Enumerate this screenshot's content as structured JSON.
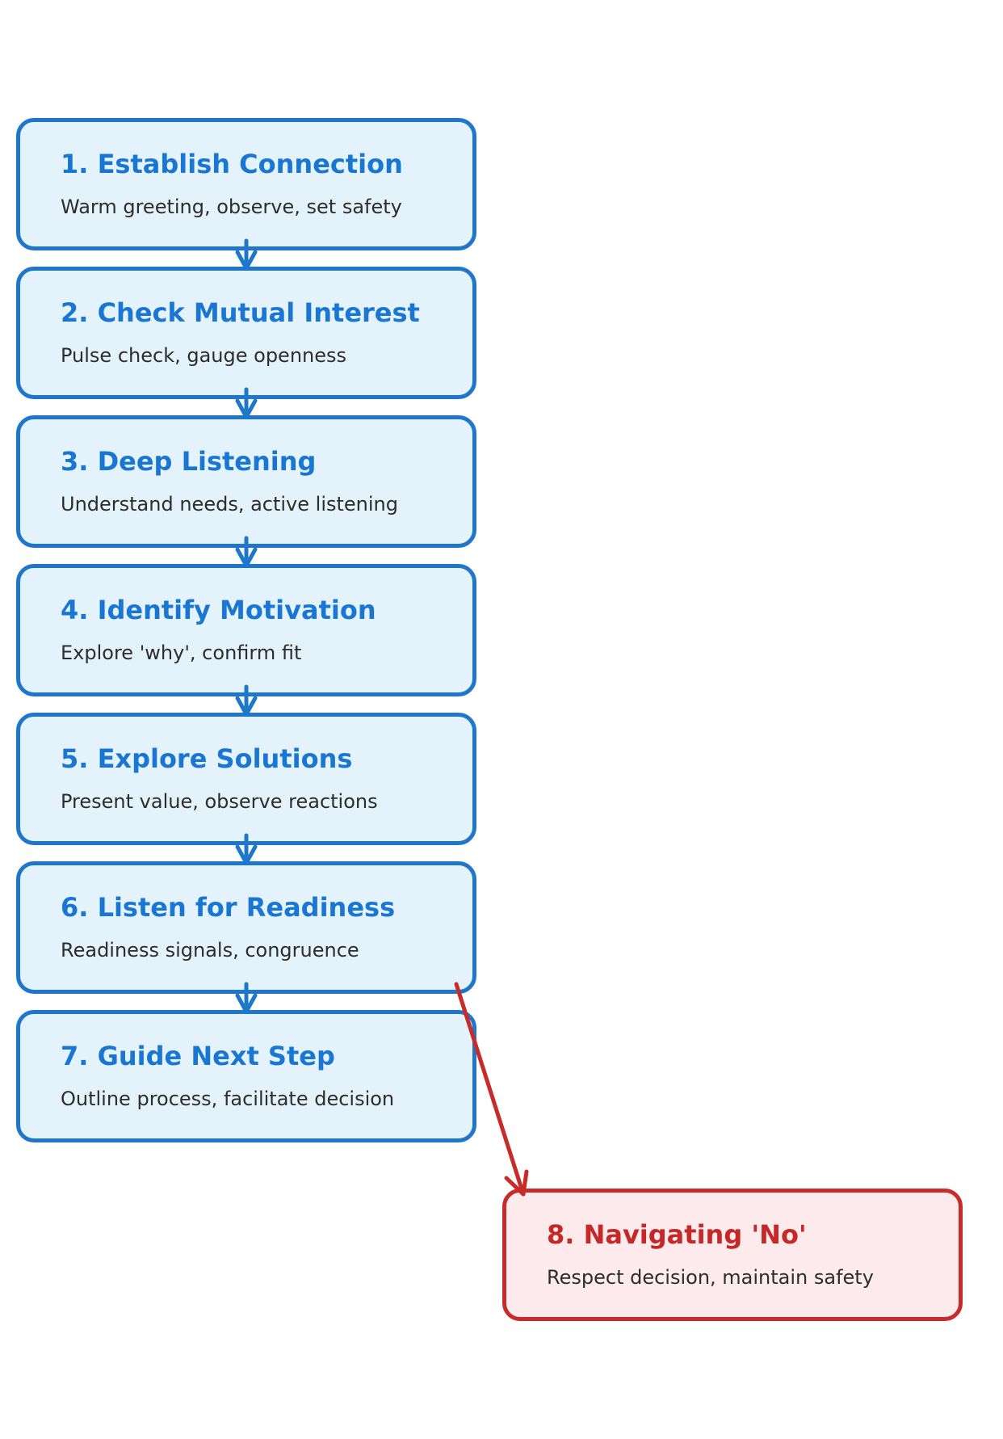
{
  "colors": {
    "primary_border": "#1f77c9",
    "primary_fill": "#e4f2fc",
    "primary_text": "#1976d2",
    "alternate_border": "#c62c2c",
    "alternate_fill": "#fdeaec",
    "alternate_text": "#c62828",
    "description_text": "#2d2d2d"
  },
  "steps": [
    {
      "title": "1. Establish Connection",
      "description": "Warm greeting, observe, set safety"
    },
    {
      "title": "2. Check Mutual Interest",
      "description": "Pulse check, gauge openness"
    },
    {
      "title": "3. Deep Listening",
      "description": "Understand needs, active listening"
    },
    {
      "title": "4. Identify Motivation",
      "description": "Explore 'why', confirm fit"
    },
    {
      "title": "5. Explore Solutions",
      "description": "Present value, observe reactions"
    },
    {
      "title": "6. Listen for Readiness",
      "description": "Readiness signals, congruence"
    },
    {
      "title": "7. Guide Next Step",
      "description": "Outline process, facilitate decision"
    },
    {
      "title": "8. Navigating 'No'",
      "description": "Respect decision, maintain safety"
    }
  ]
}
